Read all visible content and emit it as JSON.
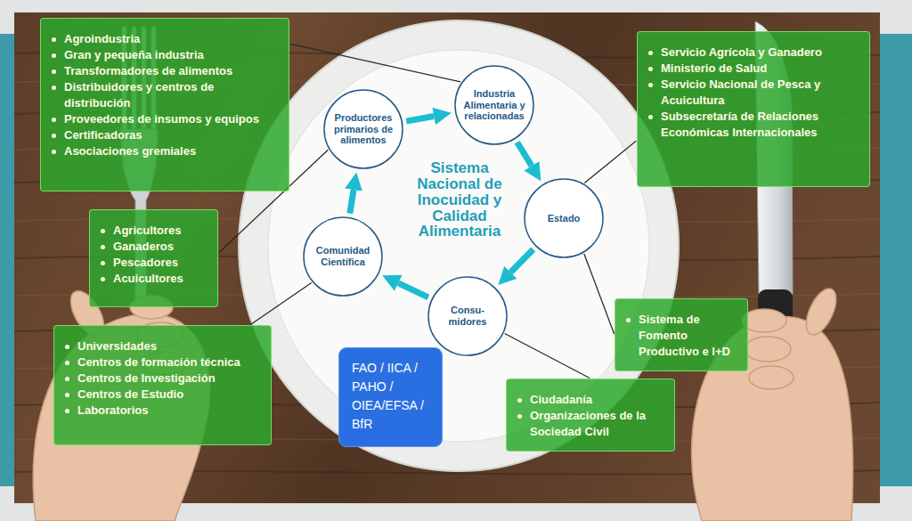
{
  "diagram": {
    "title": "Sistema Nacional de Inocuidad y Calidad Alimentaria",
    "nodes": [
      {
        "text": [
          "Agroindustria",
          "Gran y pequeña industria",
          "Transformadores de alimentos",
          "Distribuidores y centros de distribución",
          "Proveedores de insumos y equipos",
          "Certificadoras",
          "Asociaciones gremiales"
        ]
      },
      {
        "text": [
          "Servicio Agrícola y Ganadero",
          "Ministerio de Salud",
          "Servicio Nacional de Pesca y Acuicultura",
          "Subsecretaría de Relaciones Económicas Internacionales"
        ]
      },
      {
        "text": [
          "Industria Alimentaria y relacionadas"
        ]
      },
      {
        "text": [
          "Productores primarios de alimentos"
        ]
      },
      {
        "text": [
          "Estado"
        ]
      },
      {
        "text": [
          "Agricultores",
          "Ganaderos",
          "Pescadores",
          "Acuicultores"
        ]
      },
      {
        "text": [
          "Comunidad Científica"
        ]
      },
      {
        "text": [
          "Consu- midores"
        ]
      },
      {
        "text": [
          "Sistema de Fomento Productivo e I+D"
        ]
      },
      {
        "text": [
          "Universidades",
          "Centros de formación técnica",
          "Centros de Investigación",
          "Centros de Estudio",
          "Laboratorios"
        ]
      },
      {
        "text": [
          "FAO / IICA / PAHO / OIEA/EFSA / BfR"
        ]
      },
      {
        "text": [
          "Ciudadanía",
          "Organizaciones de la Sociedad Civil"
        ]
      }
    ],
    "edges": [
      {
        "from": 3,
        "to": 2,
        "arrow": "to"
      },
      {
        "from": 2,
        "to": 4,
        "arrow": "to"
      },
      {
        "from": 4,
        "to": 7,
        "arrow": "to"
      },
      {
        "from": 7,
        "to": 6,
        "arrow": "to"
      },
      {
        "from": 6,
        "to": 3,
        "arrow": "to"
      },
      {
        "from": 0,
        "to": 2,
        "arrow": "none"
      },
      {
        "from": 1,
        "to": 4,
        "arrow": "none"
      },
      {
        "from": 5,
        "to": 3,
        "arrow": "none"
      },
      {
        "from": 9,
        "to": 6,
        "arrow": "none"
      },
      {
        "from": 8,
        "to": 4,
        "arrow": "none"
      },
      {
        "from": 11,
        "to": 7,
        "arrow": "none"
      }
    ]
  }
}
